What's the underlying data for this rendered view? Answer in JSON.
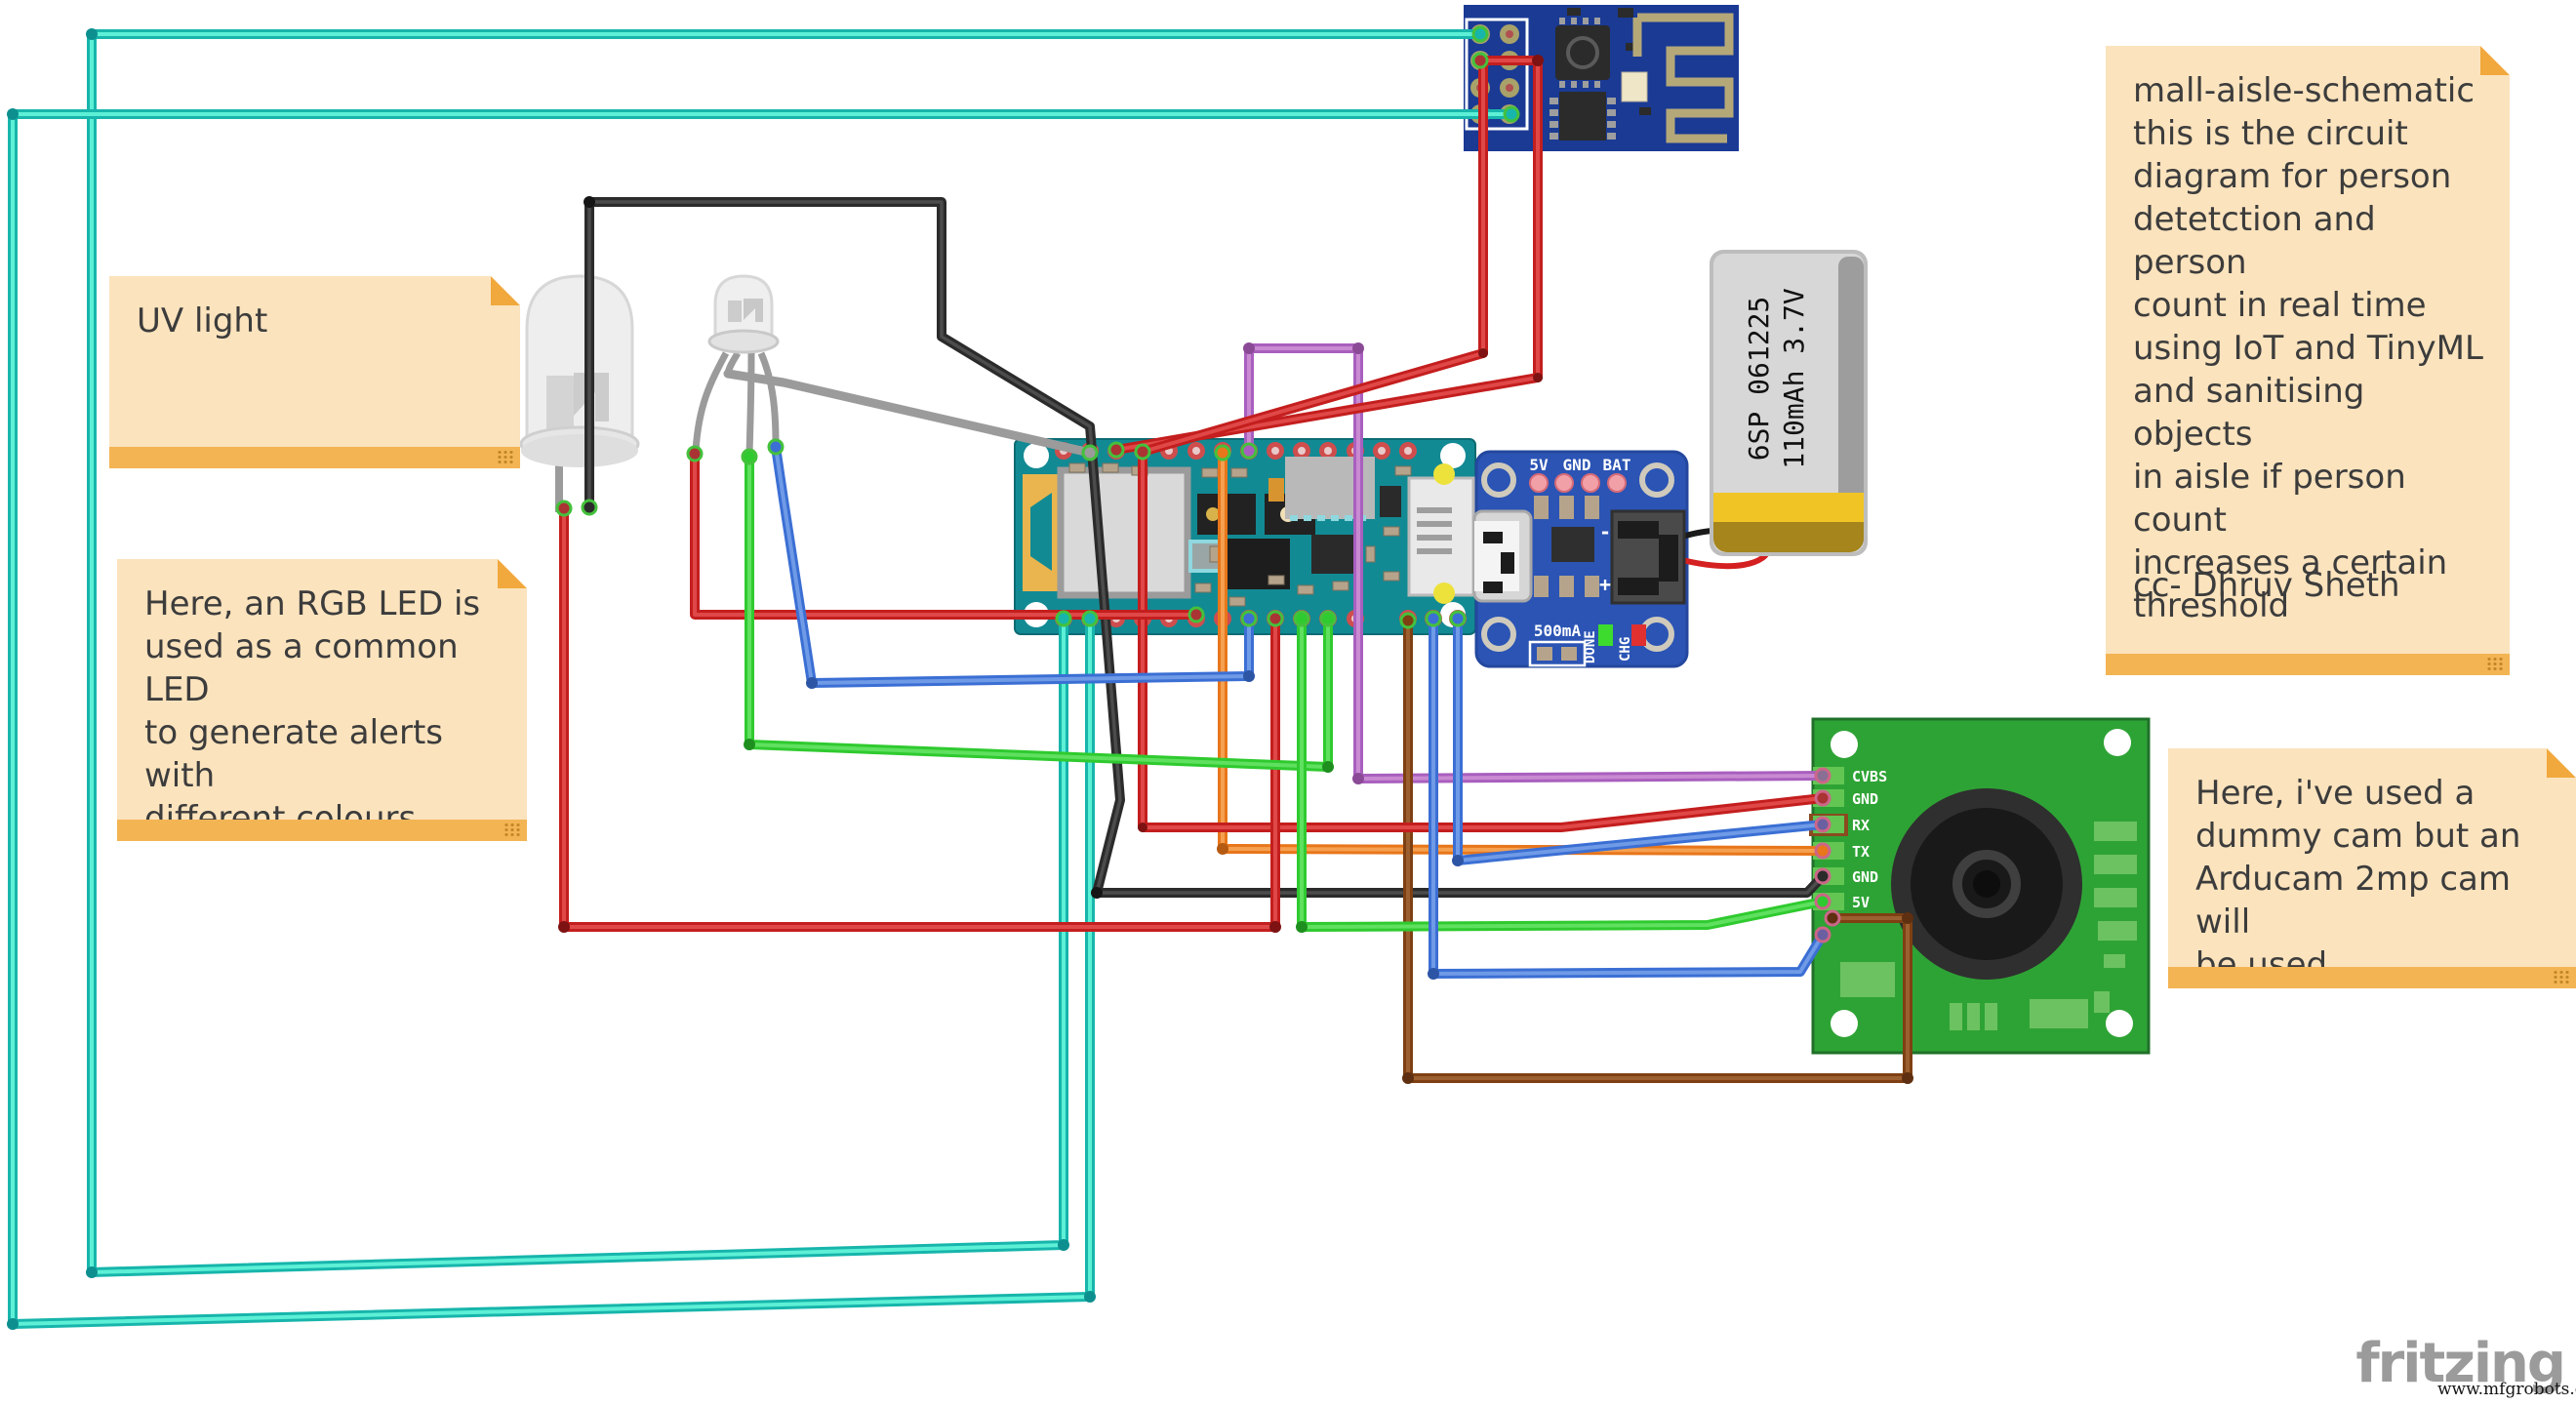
{
  "app": {
    "logo_text": "fritzing",
    "watermark": "www.mfgrobots.com"
  },
  "notes": {
    "uv": {
      "text": "UV light"
    },
    "rgb": {
      "text": "Here, an RGB LED is\nused as a common LED\nto generate alerts with\ndifferent colours"
    },
    "schematic": {
      "text": "mall-aisle-schematic\nthis is the circuit\ndiagram for person\ndetetction and person\ncount in real time\nusing IoT and TinyML\nand sanitising objects\nin aisle if person count\nincreases a certain\nthreshold",
      "credit": "cc- Dhruv Sheth"
    },
    "camera": {
      "text": "Here, i've used a\ndummy cam but an\nArducam 2mp cam will\nbe used"
    }
  },
  "components": {
    "esp8266": {
      "name": "ESP8266 ESP-01 WiFi module"
    },
    "uv_led": {
      "name": "UV LED"
    },
    "rgb_led": {
      "name": "RGB LED"
    },
    "arduino": {
      "name": "Arduino Nano 33 BLE"
    },
    "charger": {
      "name": "Micro-LiPo USB charger",
      "pin_labels": [
        "5V",
        "GND",
        "BAT"
      ],
      "current": "500mA",
      "done": "DONE",
      "chg": "CHG",
      "minus": "-",
      "plus": "+"
    },
    "battery": {
      "line1": "6SP 061225",
      "line2": "110mAh 3.7V"
    },
    "camera": {
      "name": "CMOS camera module",
      "pins": [
        "CVBS",
        "GND",
        "RX",
        "TX",
        "GND",
        "5V"
      ]
    }
  },
  "colors": {
    "wire_cyan": "#17c3b2",
    "wire_red": "#c41e1e",
    "wire_green": "#2fca2f",
    "wire_blue": "#3b6fd4",
    "wire_purple": "#a85fbe",
    "wire_orange": "#e8761b",
    "wire_brown": "#7e4012",
    "wire_black": "#2b2b2b",
    "note_body": "#fbe3bd",
    "note_bar": "#f3b453",
    "esp_board": "#1a3a94",
    "arduino_board": "#128a94",
    "charger_board": "#2b54b4",
    "camera_board": "#2ea335"
  }
}
